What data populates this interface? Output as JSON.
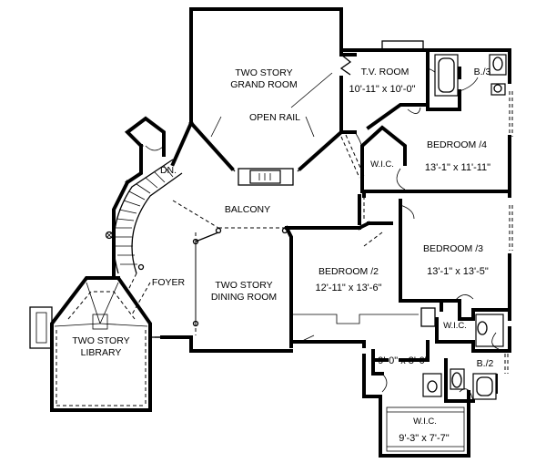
{
  "rooms": {
    "grand_room": {
      "line1": "TWO STORY",
      "line2": "GRAND ROOM",
      "note": "OPEN RAIL"
    },
    "tv_room": {
      "name": "T.V. ROOM",
      "dims": "10'-11\" x 10'-0\""
    },
    "bath3": {
      "name": "B./3"
    },
    "bedroom4": {
      "name": "BEDROOM /4",
      "dims": "13'-1\" x 11'-11\""
    },
    "wic_bed4": {
      "name": "W.I.C."
    },
    "dn": {
      "name": "DN."
    },
    "balcony": {
      "name": "BALCONY"
    },
    "bedroom3": {
      "name": "BEDROOM /3",
      "dims": "13'-1\" x 13'-5\""
    },
    "bedroom2": {
      "name": "BEDROOM /2",
      "dims": "12'-11\" x 13'-6\""
    },
    "foyer": {
      "name": "FOYER"
    },
    "dining": {
      "line1": "TWO STORY",
      "line2": "DINING ROOM"
    },
    "library": {
      "line1": "TWO STORY",
      "line2": "LIBRARY"
    },
    "wic_small": {
      "name": "W.I.C."
    },
    "bath2": {
      "name": "B./2",
      "dims": "9'-0\" x 8'-0\""
    },
    "wic_bottom": {
      "name": "W.I.C.",
      "dims": "9'-3\" x 7'-7\""
    }
  }
}
